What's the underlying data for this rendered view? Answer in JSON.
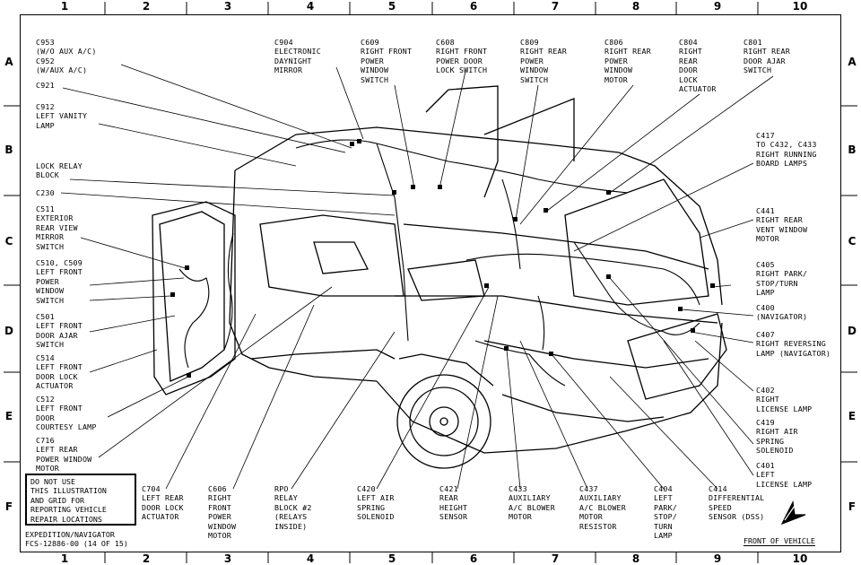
{
  "grid": {
    "columns": [
      "1",
      "2",
      "3",
      "4",
      "5",
      "6",
      "7",
      "8",
      "9",
      "10"
    ],
    "rows": [
      "A",
      "B",
      "C",
      "D",
      "E",
      "F"
    ]
  },
  "labels": {
    "c953": "C953\n(W/O AUX A/C)\nC952\n(W/AUX A/C)",
    "c921": "C921",
    "c912": "C912\nLEFT VANITY\nLAMP",
    "lock_relay": "LOCK RELAY\nBLOCK",
    "c230": "C230",
    "c511": "C511\nEXTERIOR\nREAR VIEW\nMIRROR\nSWITCH",
    "c510": "C510, C509\nLEFT FRONT\nPOWER\nWINDOW\nSWITCH",
    "c501": "C501\nLEFT FRONT\nDOOR AJAR\nSWITCH",
    "c514": "C514\nLEFT FRONT\nDOOR LOCK\nACTUATOR",
    "c512": "C512\nLEFT FRONT\nDOOR\nCOURTESY LAMP",
    "c716": "C716\nLEFT REAR\nPOWER WINDOW\nMOTOR",
    "c904": "C904\nELECTRONIC\nDAYNIGHT\nMIRROR",
    "c609": "C609\nRIGHT FRONT\nPOWER\nWINDOW\nSWITCH",
    "c608": "C608\nRIGHT FRONT\nPOWER DOOR\nLOCK SWITCH",
    "c809": "C809\nRIGHT REAR\nPOWER\nWINDOW\nSWITCH",
    "c806": "C806\nRIGHT REAR\nPOWER\nWINDOW\nMOTOR",
    "c804": "C804\nRIGHT\nREAR\nDOOR\nLOCK\nACTUATOR",
    "c801": "C801\nRIGHT REAR\nDOOR AJAR\nSWITCH",
    "c417": "C417\nTO C432, C433\nRIGHT RUNNING\nBOARD LAMPS",
    "c441": "C441\nRIGHT REAR\nVENT WINDOW\nMOTOR",
    "c405": "C405\nRIGHT PARK/\nSTOP/TURN\nLAMP",
    "c400": "C400\n(NAVIGATOR)",
    "c407": "C407\nRIGHT REVERSING\nLAMP (NAVIGATOR)",
    "c402": "C402\nRIGHT\nLICENSE LAMP",
    "c419": "C419\nRIGHT AIR\nSPRING\nSOLENOID",
    "c401": "C401\nLEFT\nLICENSE LAMP",
    "c704": "C704\nLEFT REAR\nDOOR LOCK\nACTUATOR",
    "c606": "C606\nRIGHT\nFRONT\nPOWER\nWINDOW\nMOTOR",
    "rpo": "RPO\nRELAY\nBLOCK #2\n(RELAYS\nINSIDE)",
    "c420": "C420\nLEFT AIR\nSPRING\nSOLENOID",
    "c421": "C421\nREAR\nHEIGHT\nSENSOR",
    "c433": "C433\nAUXILIARY\nA/C BLOWER\nMOTOR",
    "c437": "C437\nAUXILIARY\nA/C BLOWER\nMOTOR\nRESISTOR",
    "c404": "C404\nLEFT\nPARK/\nSTOP/\nTURN\nLAMP",
    "c414": "C414\nDIFFERENTIAL\nSPEED\nSENSOR (DSS)"
  },
  "notice": [
    "DO NOT USE",
    "THIS ILLUSTRATION",
    "AND GRID FOR",
    "REPORTING VEHICLE",
    "REPAIR LOCATIONS"
  ],
  "title": "EXPEDITION/NAVIGATOR\nFCS-12886-00 (14 OF 15)",
  "front_of_vehicle": "FRONT OF VEHICLE"
}
